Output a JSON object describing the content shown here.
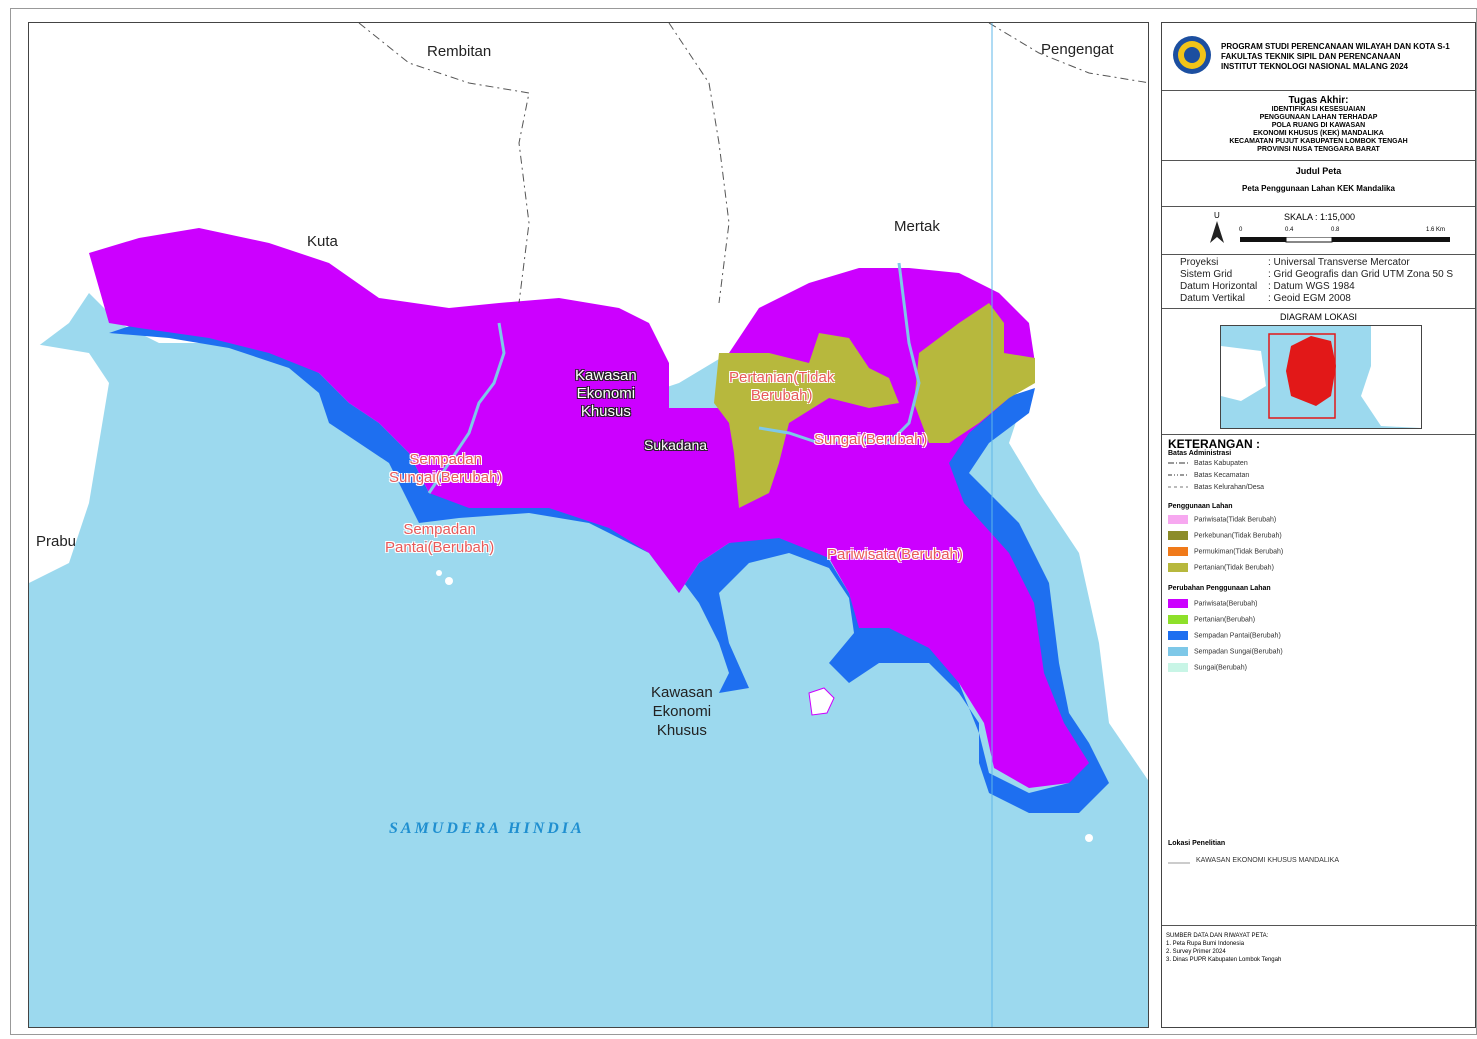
{
  "map": {
    "places": {
      "rembitan": "Rembitan",
      "pengengat": "Pengengat",
      "kuta": "Kuta",
      "mertak": "Mertak",
      "prabu": "Prabu",
      "sukadana": "Sukadana"
    },
    "zones": {
      "kek_1": "Kawasan\nEkonomi\nKhusus",
      "kek_2": "Kawasan\nEkonomi\nKhusus"
    },
    "change_labels": {
      "sempadan_sungai": "Sempadan\nSungai(Berubah)",
      "sempadan_pantai": "Sempadan\nPantai(Berubah)",
      "pertanian": "Pertanian(Tidak\nBerubah)",
      "sungai": "Sungai(Berubah)",
      "pariwisata": "Pariwisata(Berubah)"
    },
    "sea_label": "SAMUDERA HINDIA",
    "colors": {
      "sea": "#9cd9ee",
      "pariwisata": "#cc00ff",
      "pertanian_tidak_berubah": "#b7b83d",
      "sempadan_pantai": "#1e6ff0",
      "sempadan_sungai": "#7ec8e8",
      "land": "#ffffff"
    }
  },
  "title_block": {
    "inst_line1": "PROGRAM STUDI PERENCANAAN WILAYAH DAN KOTA S-1",
    "inst_line2": "FAKULTAS TEKNIK SIPIL DAN PERENCANAAN",
    "inst_line3": "INSTITUT TEKNOLOGI NASIONAL MALANG 2024",
    "tugas_label": "Tugas Akhir:",
    "tugas_lines": [
      "IDENTIFIKASI KESESUAIAN",
      "PENGGUNAAN LAHAN TERHADAP",
      "POLA RUANG DI KAWASAN",
      "EKONOMI KHUSUS (KEK) MANDALIKA",
      "KECAMATAN PUJUT KABUPATEN LOMBOK TENGAH",
      "PROVINSI NUSA TENGGARA BARAT"
    ],
    "judul_label": "Judul Peta",
    "judul": "Peta Penggunaan Lahan KEK Mandalika",
    "north_letter": "U",
    "scale_text": "SKALA : 1:15,000",
    "scale_ticks": [
      "0",
      "0.4",
      "0.8",
      "1.6 Km"
    ],
    "projection": [
      {
        "key": "Proyeksi",
        "value": ": Universal Transverse Mercator"
      },
      {
        "key": "Sistem Grid",
        "value": ": Grid Geografis dan Grid UTM Zona 50 S"
      },
      {
        "key": "Datum Horizontal",
        "value": ": Datum WGS 1984"
      },
      {
        "key": "Datum Vertikal",
        "value": ": Geoid EGM 2008"
      }
    ],
    "diagram_title": "DIAGRAM LOKASI"
  },
  "legend": {
    "title": "KETERANGAN :",
    "admin_title": "Batas Administrasi",
    "admin_items": [
      "Batas Kabupaten",
      "Batas Kecamatan",
      "Batas Kelurahan/Desa"
    ],
    "landuse_title": "Penggunaan Lahan",
    "landuse_items": [
      {
        "label": "Pariwisata(Tidak Berubah)",
        "color": "#f7a8f0"
      },
      {
        "label": "Perkebunan(Tidak Berubah)",
        "color": "#8c8c2a"
      },
      {
        "label": "Permukiman(Tidak Berubah)",
        "color": "#f07a1a"
      },
      {
        "label": "Pertanian(Tidak Berubah)",
        "color": "#b7b83d"
      }
    ],
    "change_title": "Perubahan Penggunaan Lahan",
    "change_items": [
      {
        "label": "Pariwisata(Berubah)",
        "color": "#cc00ff"
      },
      {
        "label": "Pertanian(Berubah)",
        "color": "#8ee02a"
      },
      {
        "label": "Sempadan Pantai(Berubah)",
        "color": "#1e6ff0"
      },
      {
        "label": "Sempadan Sungai(Berubah)",
        "color": "#7ec8e8"
      },
      {
        "label": "Sungai(Berubah)",
        "color": "#c8f5e6"
      }
    ],
    "lokasi_title": "Lokasi Penelitian",
    "lokasi_item": "KAWASAN EKONOMI KHUSUS MANDALIKA",
    "sumber_title": "SUMBER DATA DAN RIWAYAT PETA:",
    "sumber_lines": [
      "1. Peta Rupa Bumi Indonesia",
      "2. Survey Primer 2024",
      "3. Dinas PUPR Kabupaten Lombok Tengah"
    ]
  }
}
